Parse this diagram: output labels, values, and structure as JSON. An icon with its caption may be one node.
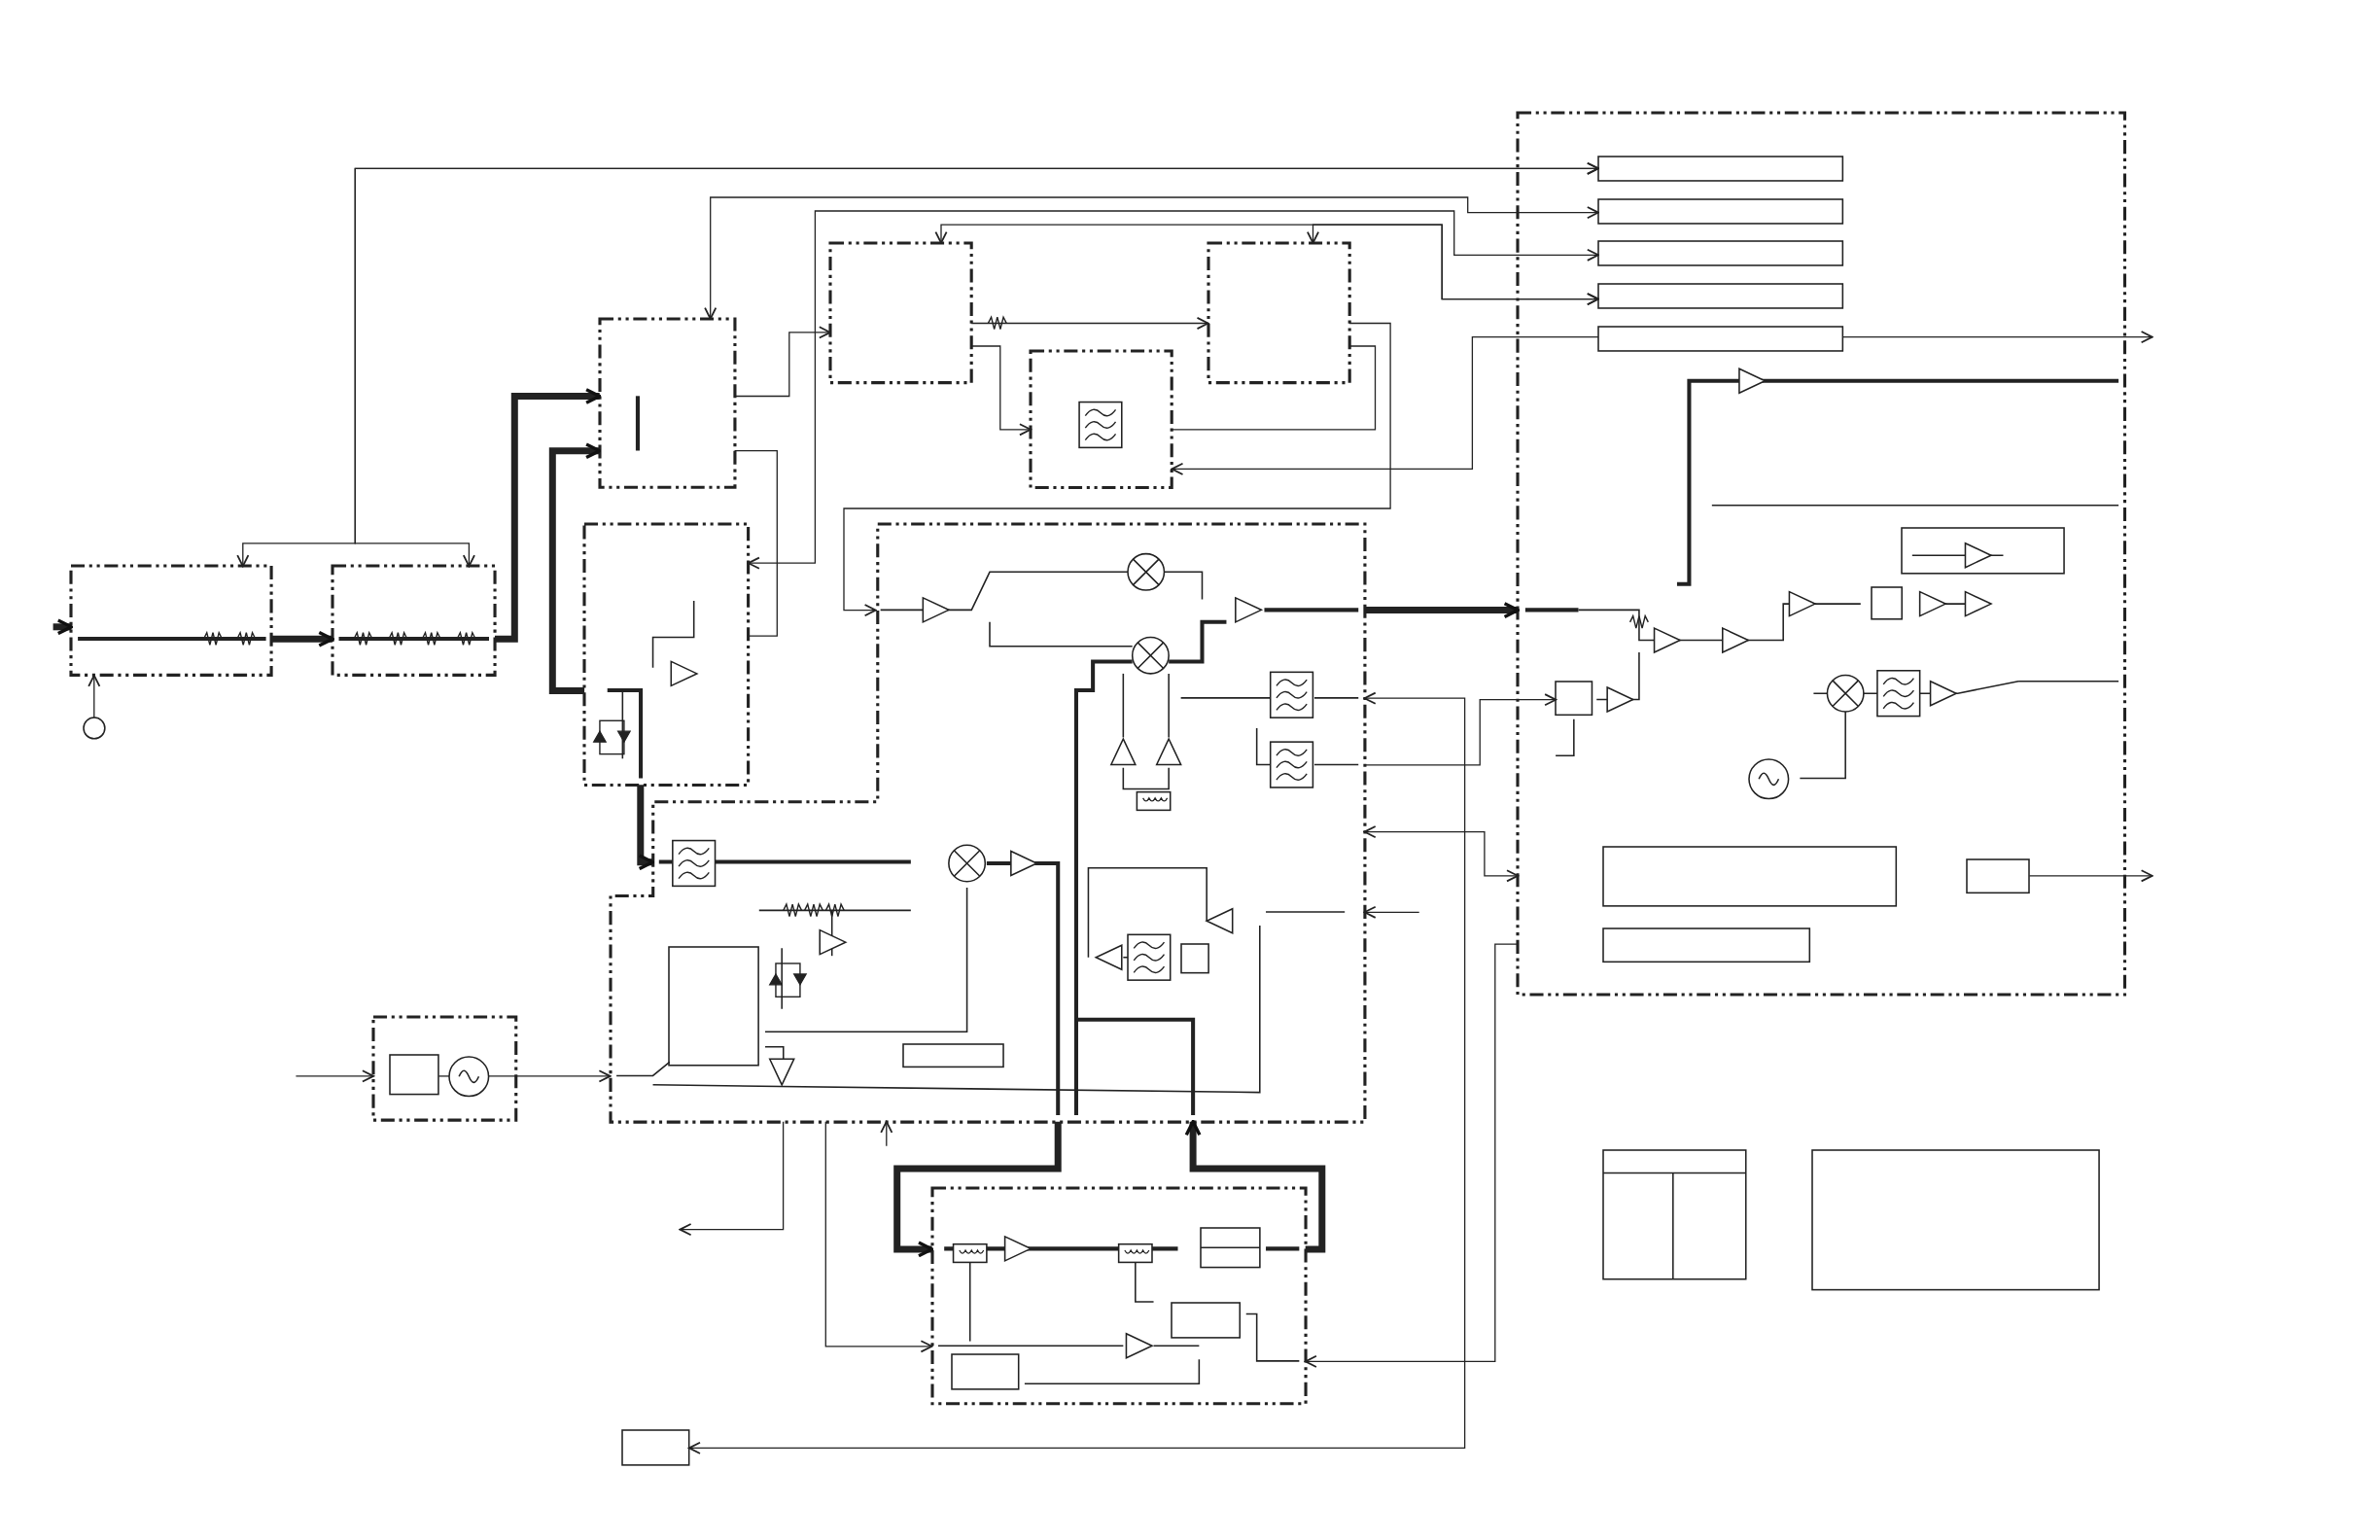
{
  "diagram": {
    "nodes": [
      {
        "text": [],
        "shape": "box"
      },
      {
        "text": [],
        "shape": "box"
      },
      {
        "text": [],
        "shape": "box"
      },
      {
        "text": [],
        "shape": "box"
      },
      {
        "text": [],
        "shape": "box"
      },
      {
        "text": [],
        "shape": "box"
      },
      {
        "text": [],
        "shape": "box"
      },
      {
        "text": [],
        "shape": "box"
      },
      {
        "text": [],
        "shape": "box"
      },
      {
        "text": [],
        "shape": "box"
      },
      {
        "text": [],
        "shape": "box"
      },
      {
        "text": [],
        "shape": "box",
        "in": 10
      },
      {
        "text": [],
        "shape": "box",
        "in": 10
      },
      {
        "text": [],
        "shape": "box",
        "in": 10
      },
      {
        "text": [],
        "shape": "box",
        "in": 10
      },
      {
        "text": [],
        "shape": "box",
        "in": 10
      },
      {
        "text": [],
        "shape": "box",
        "in": 10
      },
      {
        "text": [],
        "shape": "box",
        "in": 10
      },
      {
        "text": [],
        "shape": "box",
        "in": 10
      },
      {
        "text": [],
        "shape": "box",
        "in": 10
      },
      {
        "text": [],
        "shape": "box",
        "in": 10
      },
      {
        "text": [],
        "shape": "box",
        "in": 10
      },
      {
        "text": [],
        "shape": "box"
      },
      {
        "text": [],
        "shape": "box"
      },
      {
        "text": [],
        "shape": "box"
      },
      {
        "text": [],
        "shape": "box",
        "in": 7
      },
      {
        "text": [],
        "shape": "box",
        "in": 7
      },
      {
        "text": [],
        "shape": "box",
        "in": 8
      },
      {
        "text": [],
        "shape": "circle",
        "in": 8
      },
      {
        "text": [],
        "shape": "box",
        "in": 9
      },
      {
        "text": [],
        "shape": "box",
        "in": 9
      },
      {
        "text": [],
        "shape": "box",
        "in": 9
      },
      {
        "text": [],
        "shape": "box",
        "in": 7
      },
      {
        "text": [],
        "shape": "circle",
        "in": 10
      },
      {
        "text": [],
        "shape": "circle"
      }
    ],
    "edges": [
      {
        "from": 0,
        "to": 1,
        "arrow": "to",
        "style": "thick"
      },
      {
        "from": 1,
        "to": 2,
        "arrow": "to",
        "style": "thick"
      },
      {
        "from": 6,
        "to": 2,
        "arrow": "to",
        "style": "thick"
      },
      {
        "from": 2,
        "to": 3,
        "arrow": "to"
      },
      {
        "from": 3,
        "to": 4,
        "arrow": "to"
      },
      {
        "from": 3,
        "to": 5,
        "arrow": "to"
      },
      {
        "from": 5,
        "to": 4,
        "arrow": "none"
      },
      {
        "from": 4,
        "to": 7,
        "arrow": "to"
      },
      {
        "from": 15,
        "to": 5,
        "arrow": "to"
      },
      {
        "from": 7,
        "to": 10,
        "arrow": "to",
        "style": "thick"
      },
      {
        "from": 6,
        "to": 2,
        "arrow": "none"
      },
      {
        "from": 0,
        "to": 11,
        "arrow": "both"
      },
      {
        "from": 1,
        "to": 11,
        "arrow": "both"
      },
      {
        "from": 2,
        "to": 12,
        "arrow": "both"
      },
      {
        "from": 6,
        "to": 13,
        "arrow": "both"
      },
      {
        "from": 3,
        "to": 14,
        "arrow": "both"
      },
      {
        "from": 4,
        "to": 14,
        "arrow": "both"
      },
      {
        "from": 7,
        "to": 9,
        "arrow": "to",
        "style": "thick"
      },
      {
        "from": 9,
        "to": 7,
        "arrow": "to",
        "style": "thick"
      },
      {
        "from": 28,
        "to": 7,
        "arrow": "to"
      },
      {
        "from": null,
        "to": 8,
        "arrow": "to"
      },
      {
        "from": 7,
        "to": null,
        "arrow": "to"
      },
      {
        "from": 7,
        "to": 9,
        "arrow": "to"
      },
      {
        "from": null,
        "to": 7,
        "arrow": "to"
      },
      {
        "from": 24,
        "to": 7,
        "arrow": "both"
      },
      {
        "from": 7,
        "to": 20,
        "arrow": "to"
      },
      {
        "from": null,
        "to": 7,
        "arrow": "to"
      },
      {
        "from": 7,
        "to": 10,
        "arrow": "both"
      },
      {
        "from": 10,
        "to": 9,
        "arrow": "to"
      },
      {
        "from": null,
        "to": 0,
        "arrow": "to",
        "style": "thick"
      },
      {
        "from": 34,
        "to": 0,
        "arrow": "to"
      },
      {
        "from": 6,
        "to": 7,
        "arrow": "to",
        "style": "thick"
      },
      {
        "from": 15,
        "to": null,
        "arrow": "to"
      },
      {
        "from": 19,
        "to": null,
        "arrow": "to"
      },
      {
        "from": 27,
        "to": 28,
        "arrow": "none"
      }
    ]
  }
}
